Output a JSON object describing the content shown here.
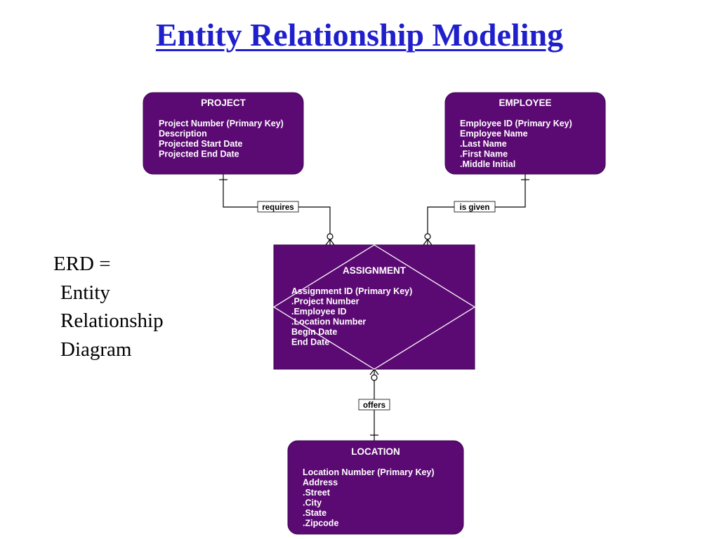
{
  "slide": {
    "title": "Entity Relationship Modeling",
    "definition": {
      "heading": "ERD =",
      "lines": [
        "Entity",
        "Relationship",
        "Diagram"
      ]
    }
  },
  "colors": {
    "title": "#1f1fcc",
    "entity_fill": "#5c0a73",
    "entity_stroke": "#3a0550",
    "entity_text": "#ffffff",
    "connector": "#000000"
  },
  "entities": {
    "project": {
      "title": "PROJECT",
      "attributes": [
        "Project Number (Primary Key)",
        "Description",
        "Projected Start Date",
        "Projected End Date"
      ]
    },
    "employee": {
      "title": "EMPLOYEE",
      "attributes": [
        "Employee ID (Primary Key)",
        "Employee Name",
        ".Last Name",
        ".First Name",
        ".Middle Initial"
      ]
    },
    "assignment": {
      "title": "ASSIGNMENT",
      "attributes": [
        "Assignment ID (Primary Key)",
        ".Project Number",
        ".Employee ID",
        ".Location Number",
        "Begin Date",
        "End Date"
      ]
    },
    "location": {
      "title": "LOCATION",
      "attributes": [
        "Location Number (Primary Key)",
        "Address",
        ".Street",
        ".City",
        ".State",
        ".Zipcode"
      ]
    }
  },
  "relationships": {
    "requires": "requires",
    "is_given": "is given",
    "offers": "offers"
  }
}
